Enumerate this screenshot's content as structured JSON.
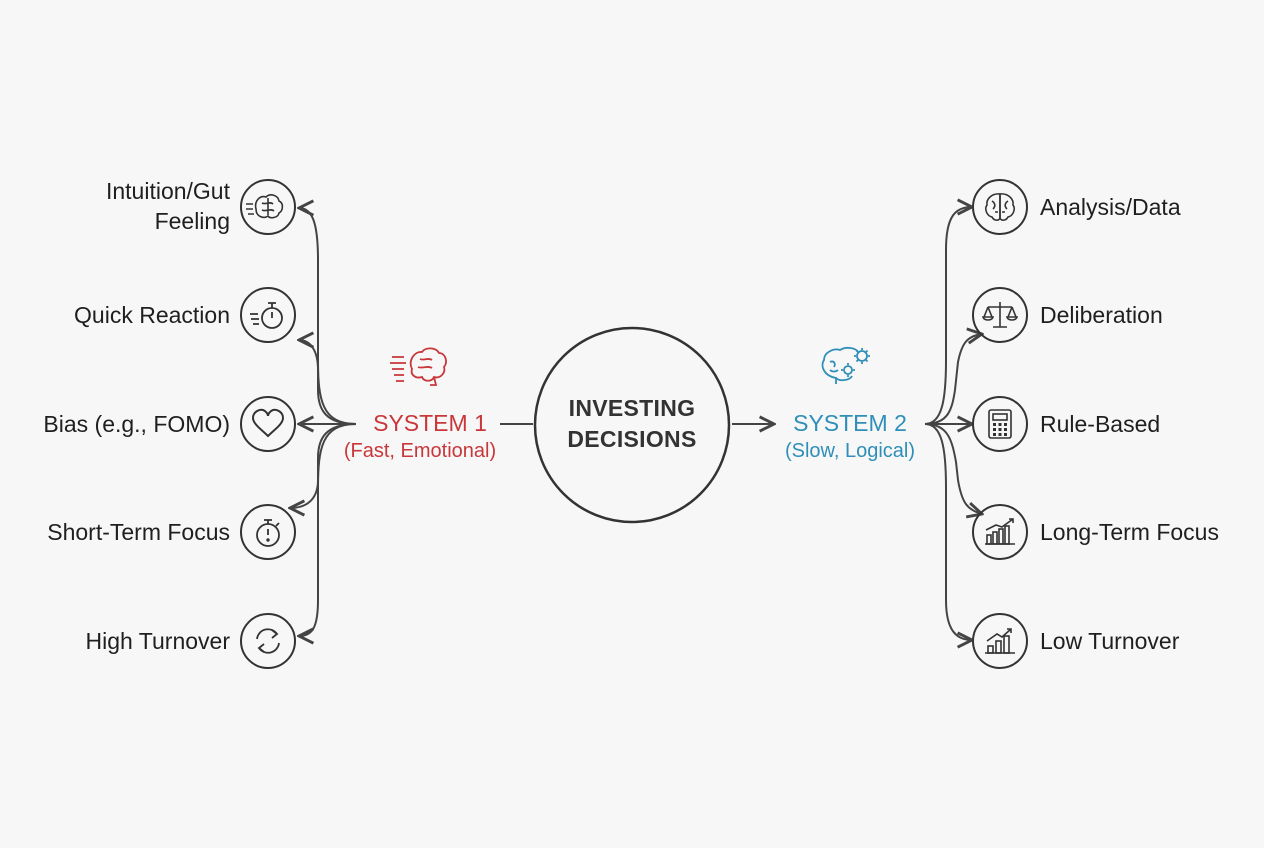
{
  "center": {
    "line1": "INVESTING",
    "line2": "DECISIONS"
  },
  "system1": {
    "title": "SYSTEM 1",
    "subtitle": "(Fast, Emotional)",
    "color": "#c9373a",
    "icon": "fast-brain-icon",
    "items": [
      {
        "line1": "Intuition/Gut",
        "line2": "Feeling",
        "icon": "brain-icon"
      },
      {
        "line1": "Quick Reaction",
        "icon": "stopwatch-speed-icon"
      },
      {
        "line1": "Bias (e.g., FOMO)",
        "icon": "heart-icon"
      },
      {
        "line1": "Short-Term Focus",
        "icon": "timer-icon"
      },
      {
        "line1": "High Turnover",
        "icon": "refresh-icon"
      }
    ]
  },
  "system2": {
    "title": "SYSTEM 2",
    "subtitle": "(Slow, Logical)",
    "color": "#2f8fb8",
    "icon": "brain-gears-icon",
    "items": [
      {
        "line1": "Analysis/Data",
        "icon": "brain-icon"
      },
      {
        "line1": "Deliberation",
        "icon": "balance-scale-icon"
      },
      {
        "line1": "Rule-Based",
        "icon": "calculator-icon"
      },
      {
        "line1": "Long-Term Focus",
        "icon": "growth-chart-icon"
      },
      {
        "line1": "Low Turnover",
        "icon": "bar-chart-icon"
      }
    ]
  },
  "line_color": "#444444"
}
